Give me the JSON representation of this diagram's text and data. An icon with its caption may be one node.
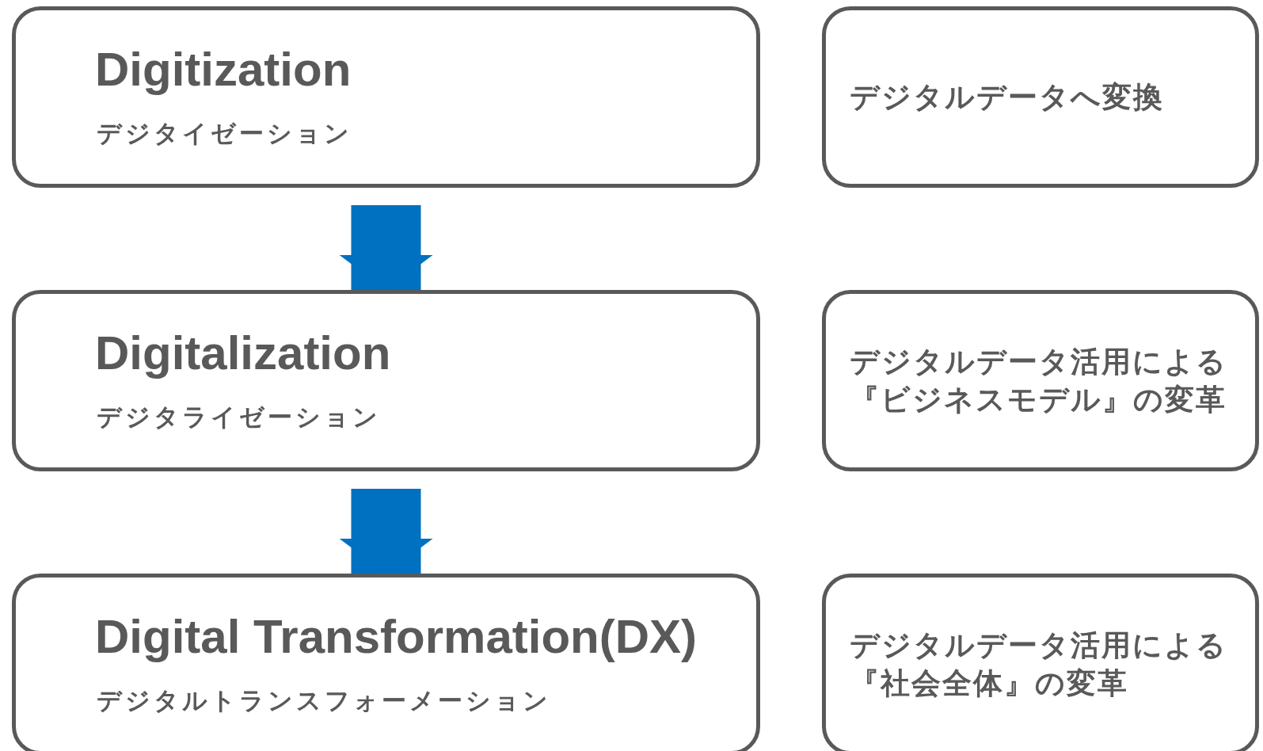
{
  "diagram": {
    "nodes": [
      {
        "text": [
          "Digitization",
          "デジタイゼーション"
        ]
      },
      {
        "text": [
          "デジタルデータへ変換"
        ]
      },
      {
        "text": [
          "Digitalization",
          "デジタライゼーション"
        ]
      },
      {
        "text": [
          "デジタルデータ活用による『ビジネスモデル』の変革"
        ]
      },
      {
        "text": [
          "Digital Transformation(DX)",
          "デジタルトランスフォーメーション"
        ]
      },
      {
        "text": [
          "デジタルデータ活用による『社会全体』の変革"
        ]
      }
    ],
    "edges": [
      {
        "from": 0,
        "to": 2,
        "arrow": "to"
      },
      {
        "from": 2,
        "to": 4,
        "arrow": "to"
      }
    ]
  }
}
